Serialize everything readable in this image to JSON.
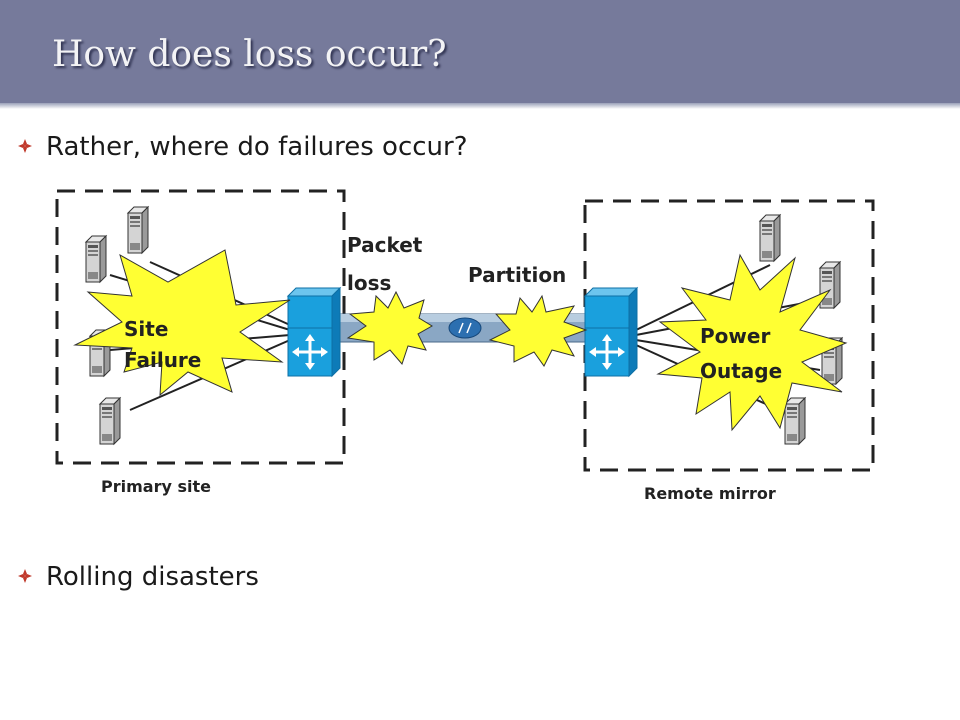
{
  "slide": {
    "title": "How does loss occur?",
    "bullets": [
      "Rather, where do failures occur?",
      "Rolling disasters"
    ]
  },
  "diagram": {
    "labels": {
      "primary_site": "Primary site",
      "remote_mirror": "Remote mirror",
      "packet_loss_1": "Packet",
      "packet_loss_2": "loss",
      "partition": "Partition",
      "site_failure_1": "Site",
      "site_failure_2": "Failure",
      "power_outage_1": "Power",
      "power_outage_2": "Outage"
    },
    "icons": [
      "server-icon",
      "router-icon",
      "wan-link-icon",
      "burst-icon",
      "bullet-diamond-icon"
    ],
    "colors": {
      "title_bar": "#767a9b",
      "burst_fill": "#ffff33",
      "router": "#1aa0dd",
      "link": "#8aa7c4",
      "dash_border": "#222222"
    }
  }
}
